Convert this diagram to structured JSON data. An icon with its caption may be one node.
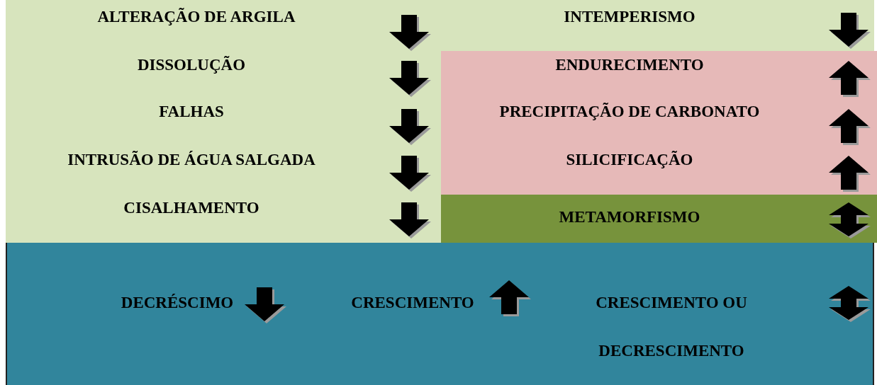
{
  "diagram": {
    "nodes": [
      {
        "text": [],
        "shape": "box"
      },
      {
        "text": [
          "ALTERAÇÃO DE ARGILA"
        ],
        "in": 0
      },
      {
        "text": [
          "INTEMPERISMO"
        ],
        "in": 0
      },
      {
        "text": [
          "DISSOLUÇÃO"
        ],
        "in": 0
      },
      {
        "text": [
          "FALHAS"
        ],
        "in": 0
      },
      {
        "text": [
          "INTRUSÃO DE ÁGUA SALGADA"
        ],
        "in": 0
      },
      {
        "text": [
          "CISALHAMENTO"
        ],
        "in": 0
      },
      {
        "text": [],
        "shape": "box"
      },
      {
        "text": [
          "ENDURECIMENTO"
        ],
        "in": 7
      },
      {
        "text": [
          "PRECIPITAÇÃO DE CARBONATO"
        ],
        "in": 7
      },
      {
        "text": [
          "SILICIFICAÇÃO"
        ],
        "in": 7
      },
      {
        "text": [
          "METAMORFISMO"
        ]
      },
      {
        "text": [],
        "shape": "box"
      },
      {
        "text": [
          "DECRÉSCIMO"
        ],
        "in": 12
      },
      {
        "text": [
          "CRESCIMENTO"
        ],
        "in": 12
      },
      {
        "text": [
          "CRESCIMENTO OU DECRESCIMENTO"
        ],
        "in": 12
      }
    ]
  }
}
